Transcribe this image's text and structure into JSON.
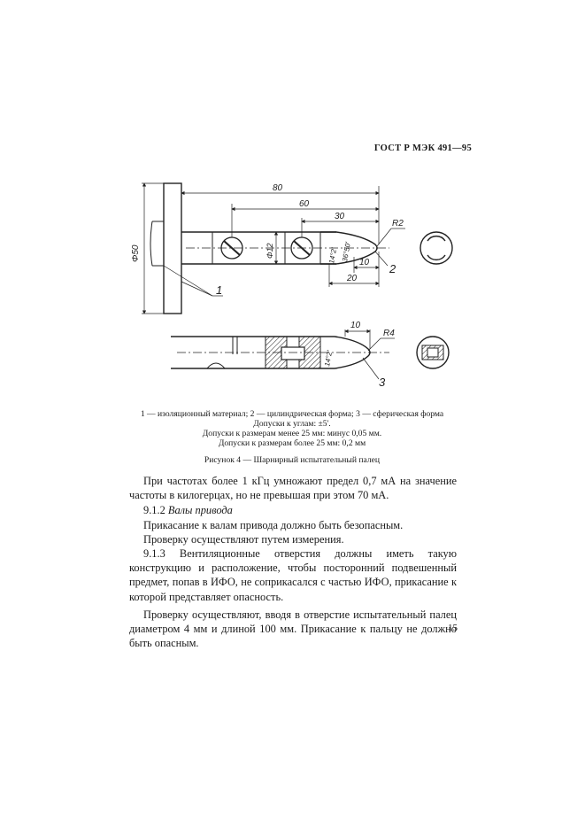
{
  "header": {
    "standard": "ГОСТ Р МЭК 491—95"
  },
  "drawing": {
    "dims": {
      "d80": "80",
      "d60": "60",
      "d30": "30",
      "d10": "10",
      "d20": "20",
      "diam50": "Φ50",
      "diam12": "Φ12",
      "r2": "R2",
      "r4": "R4",
      "ang1": "14°2'",
      "ang2": "36°50'",
      "ang3": "14°2'",
      "top10": "10"
    },
    "callouts": {
      "c1": "1",
      "c2": "2",
      "c3": "3"
    }
  },
  "legend": {
    "line1": "1 — изоляционный материал; 2 — цилиндрическая форма; 3 — сферическая форма",
    "line2": "Допуски к углам: ±5'.",
    "line3": "Допуски к размерам менее 25 мм: минус 0,05 мм.",
    "line4": "Допуски к размерам более 25 мм: 0,2 мм"
  },
  "figure_caption": "Рисунок 4 — Шарнирный испытательный палец",
  "body": {
    "p1": "При частотах более 1 кГц умножают предел 0,7 мА на значение частоты в килогерцах, но не превышая при этом 70 мА.",
    "s912_num": "9.1.2",
    "s912_title": "Валы привода",
    "p2": "Прикасание к валам привода должно быть безопасным.",
    "p3": "Проверку осуществляют путем измерения.",
    "p4": "9.1.3 Вентиляционные отверстия должны иметь такую конструкцию и расположение, чтобы посторонний подвешенный предмет, попав в ИФО, не соприкасался с частью ИФО, прикасание к которой представляет опасность.",
    "p5": "Проверку осуществляют, вводя в отверстие испытательный палец диаметром 4 мм и длиной 100 мм. Прикасание к пальцу не должно быть опасным."
  },
  "page_number": "15"
}
